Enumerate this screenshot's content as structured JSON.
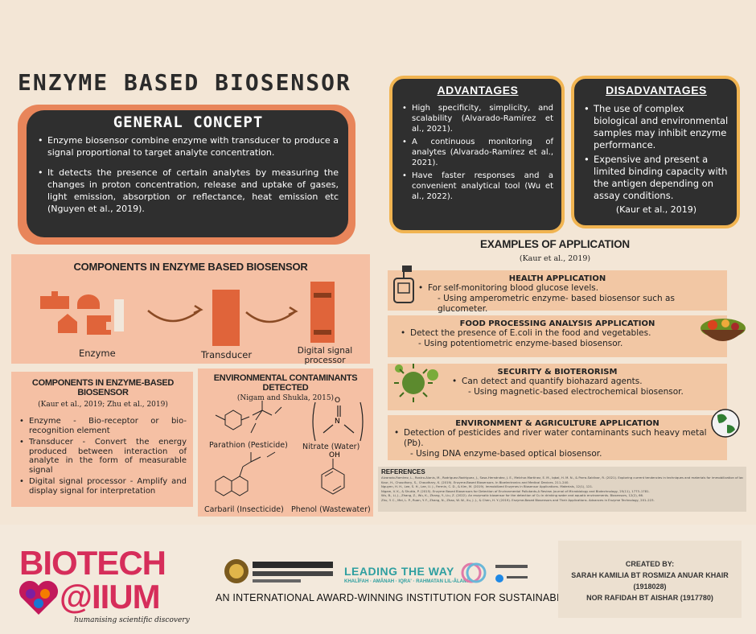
{
  "title": "ENZYME BASED BIOSENSOR",
  "general_concept": {
    "heading": "GENERAL CONCEPT",
    "points": [
      "Enzyme biosensor combine enzyme with transducer to produce a signal proportional to target analyte concentration.",
      "It detects the presence of certain analytes by measuring the changes in proton concentration, release and uptake of gases, light emission, absorption or reflectance, heat emission etc (Nguyen et al., 2019)."
    ]
  },
  "advantages": {
    "heading": "ADVANTAGES",
    "points": [
      "High specificity, simplicity, and scalability (Alvarado-Ramírez et al., 2021).",
      "A continuous monitoring of analytes (Alvarado-Ramírez et al., 2021).",
      "Have faster responses and a convenient analytical tool (Wu et al., 2022)."
    ]
  },
  "disadvantages": {
    "heading": "DISADVANTAGES",
    "points": [
      "The use of complex biological and environmental samples may inhibit enzyme performance.",
      "Expensive and present a limited binding capacity with the antigen depending on assay conditions."
    ],
    "citation": "(Kaur et al., 2019)"
  },
  "components_diagram": {
    "heading": "COMPONENTS IN ENZYME BASED BIOSENSOR",
    "labels": [
      "Enzyme",
      "Transducer",
      "Digital signal processor"
    ]
  },
  "components_list": {
    "heading": "COMPONENTS IN ENZYME-BASED BIOSENSOR",
    "citation": "(Kaur et al., 2019; Zhu et al., 2019)",
    "points": [
      "Enzyme - Bio-receptor or bio-recognition element",
      "Transducer - Convert the energy produced between interaction of analyte in the form of measurable signal",
      "Digital signal processor - Amplify and display signal for interpretation"
    ]
  },
  "contaminants": {
    "heading": "ENVIRONMENTAL CONTAMINANTS DETECTED",
    "citation": "(Nigam and Shukla, 2015)",
    "items": [
      "Parathion (Pesticide)",
      "Nitrate (Water)",
      "Carbaril (Insecticide)",
      "Phenol (Wastewater)"
    ]
  },
  "examples": {
    "heading": "EXAMPLES OF APPLICATION",
    "citation": "(Kaur et al., 2019)",
    "apps": [
      {
        "title": "HEALTH APPLICATION",
        "point": "For self-monitoring blood glucose levels.",
        "sub": "- Using amperometric enzyme- based biosensor such as glucometer.",
        "icon": "glucometer-icon"
      },
      {
        "title": "FOOD PROCESSING ANALYSIS APPLICATION",
        "point": "Detect the presence of E.coli in the food and vegetables.",
        "sub": "- Using potentiometric enzyme-based biosensor.",
        "icon": "food-bowl-icon"
      },
      {
        "title": "SECURITY & BIOTERORISM",
        "point": "Can detect and quantify biohazard agents.",
        "sub": "- Using magnetic-based electrochemical biosensor.",
        "icon": "virus-icon"
      },
      {
        "title": "ENVIRONMENT & AGRICULTURE APPLICATION",
        "point": "Detection of pesticides and river water contaminants such heavy metal (Pb).",
        "sub": "- Using DNA enzyme-based optical biosensor.",
        "icon": "globe-icon"
      }
    ]
  },
  "references": {
    "heading": "REFERENCES",
    "lines": [
      "Alvarado-Ramírez, L., Rostro-Alanis, M., Rodríguez-Rodríguez, J., Sosa-Hernández, J. E., Melchor-Martínez, E. M., Iqbal, H. M. N., & Parra-Saldívar, R. (2021). Exploring current tendencies in techniques and materials for immobilization of laccases – A review. International Journal of Biological Macromolecules, 181, 683–696.",
      "Kaur, H., Choudhary, S., Chaudhary, K. (2019). Enzyme-Based Biosensors. In Bioelectronics and Medical Devices. 211–240.",
      "Nguyen, H. H., Lee, S. H., Lee, U. J., Fermin, C. D., & Kim, M. (2019). Immobilized Enzymes in Biosensor Applications. Materials, 12(1), 121.",
      "Nigam, V. K., & Shukla, P. (2015). Enzyme Based Biosensors for Detection of Environmental Pollutants-A Review. Journal of Microbiology and Biotechnology, 25(11), 1773–1781.",
      "Wu, B., Li, J., Zhang, Z., Wu, K., Zhang, Y., Liu, Z. (2022). An enzymatic biosensor for the detection of Cu in drinking water and aquatic environments. Biosensors, 12(2), 66.",
      "Zhu, Y. C., Mei, L. P., Ruan, Y. F., Zhang, N., Zhao, W. W., Xu, J. J., & Chen, H. Y. (2019). Enzyme-Based Biosensors and Their Applications. Advances in Enzyme Technology, 201–223."
    ]
  },
  "footer": {
    "brand_line1": "BIOTECH",
    "brand_line2": "@IIUM",
    "tagline": "humanising scientific discovery",
    "leading": "LEADING THE WAY",
    "leading_sub": "KHALÎFAH · AMÂNAH · IQRA' · RAHMATAN LIL-ÂLAMÎN",
    "award": "AN INTERNATIONAL AWARD-WINNING INSTITUTION FOR SUSTAINABILITY",
    "created_by": "CREATED BY:",
    "author1": "SARAH KAMILIA BT ROSMIZA ANUAR  KHAIR",
    "author1_id": "(1918028)",
    "author2": "NOR RAFIDAH BT AISHAR (1917780)"
  },
  "colors": {
    "accent_orange": "#e8855a",
    "card_dark": "#2f2f2f",
    "card_border": "#f1b451",
    "salmon": "#f5c0a4",
    "brand_pink": "#d62d5a",
    "teal": "#2e9fa0"
  }
}
